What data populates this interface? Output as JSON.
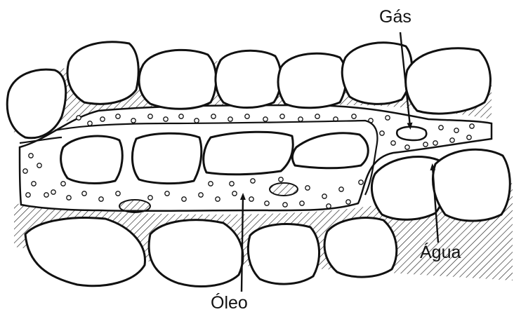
{
  "labels": {
    "gas": "Gás",
    "agua": "Água",
    "oleo": "Óleo"
  },
  "colors": {
    "line": "#111111",
    "background": "#ffffff",
    "hatch": "#222222"
  }
}
